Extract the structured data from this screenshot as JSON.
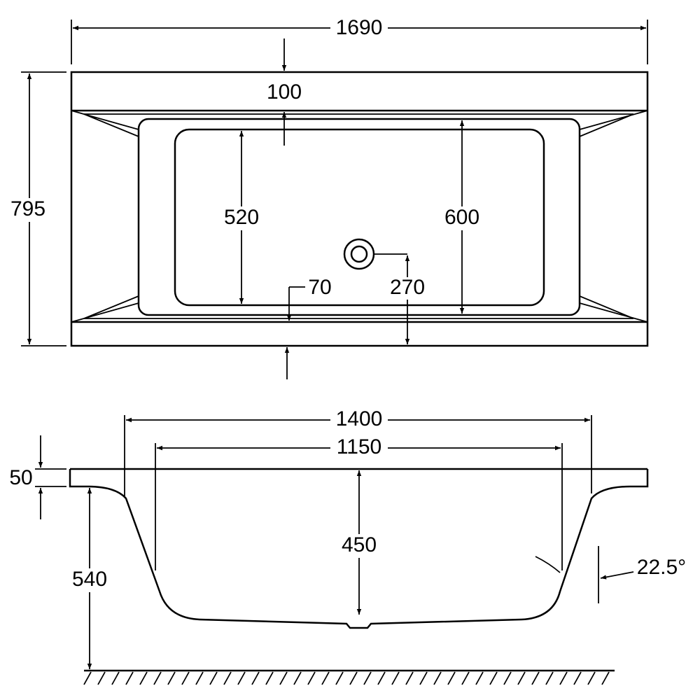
{
  "title": "Bathtub dimension drawing",
  "top_view": {
    "overall_length": "1690",
    "overall_width": "795",
    "rim_width": "100",
    "inner_width": "520",
    "bowl_width": "600",
    "bottom_rim": "70",
    "drain_offset": "270"
  },
  "side_view": {
    "top_length": "1400",
    "bottom_length": "1150",
    "rim_thickness": "50",
    "depth": "450",
    "total_height": "540",
    "wall_angle": "22.5°"
  },
  "colors": {
    "line": "#000000",
    "background": "#ffffff"
  }
}
